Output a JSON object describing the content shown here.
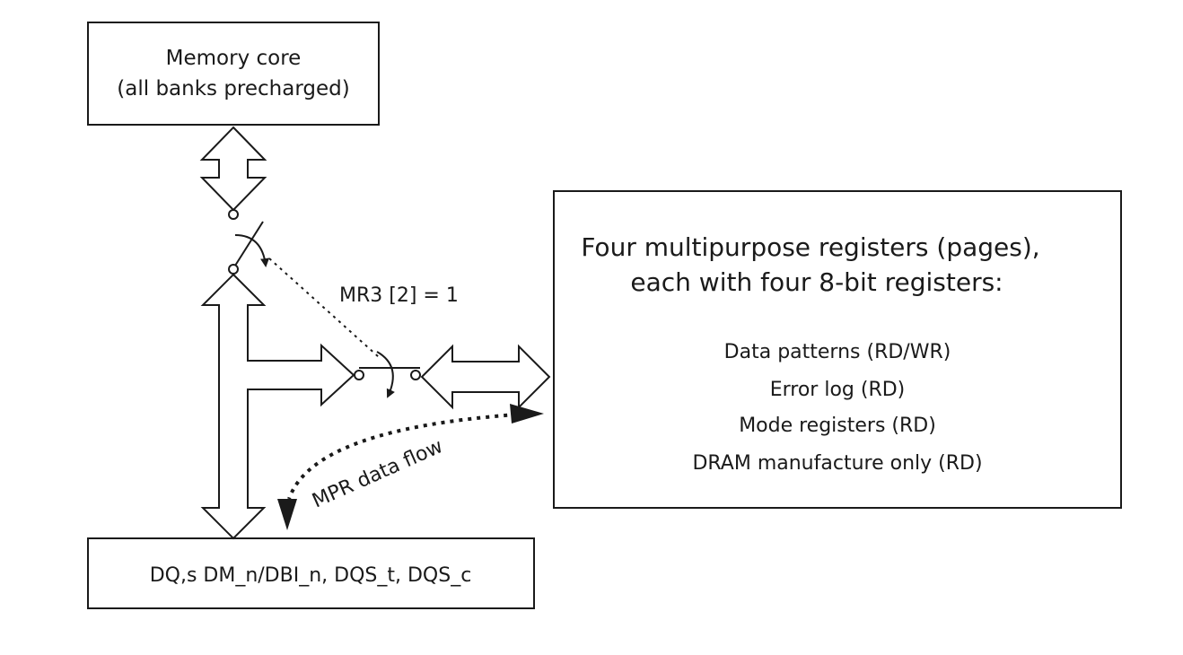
{
  "memory_core": {
    "line1": "Memory core",
    "line2": "(all banks precharged)"
  },
  "io_pins": {
    "label": "DQ,s DM_n/DBI_n, DQS_t, DQS_c"
  },
  "mpr_block": {
    "heading_line1": "Four multipurpose registers (pages),",
    "heading_line2": "each with four 8-bit registers:",
    "items": [
      "Data patterns (RD/WR)",
      "Error log (RD)",
      "Mode registers (RD)",
      "DRAM manufacture only (RD)"
    ]
  },
  "switch_control": {
    "label": "MR3 [2] = 1"
  },
  "data_flow": {
    "label": "MPR data flow"
  },
  "colors": {
    "stroke": "#1a1a1a",
    "background": "#ffffff"
  }
}
